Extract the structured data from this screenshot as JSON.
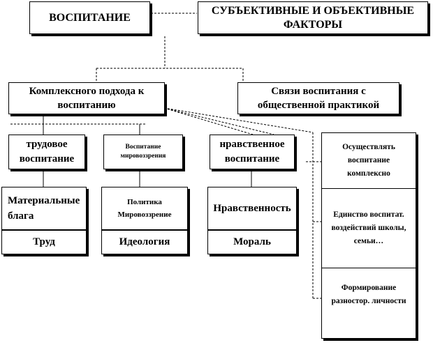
{
  "top": {
    "left": "ВОСПИТАНИЕ",
    "right": "СУБЪЕКТИВНЫЕ И ОБЪЕКТИВНЫЕ ФАКТОРЫ"
  },
  "mid": {
    "left": "Комплексного подхода к воспитанию",
    "right": "Связи воспитания с общественной практикой"
  },
  "types": {
    "labor": "трудовое воспитание",
    "worldview": "Воспитание мировоззрения",
    "moral": "нравственное воспитание"
  },
  "bases": {
    "labor": "Материальные блага",
    "worldview": "Политика Мировоззрение",
    "moral": "Нравственность"
  },
  "results": {
    "labor": "Труд",
    "worldview": "Идеология",
    "moral": "Мораль"
  },
  "principles": [
    "Осуществлять воспитание комплексно",
    "Единство воспитат. воздействий школы, семьи…",
    "Формирование разностор. личности"
  ]
}
